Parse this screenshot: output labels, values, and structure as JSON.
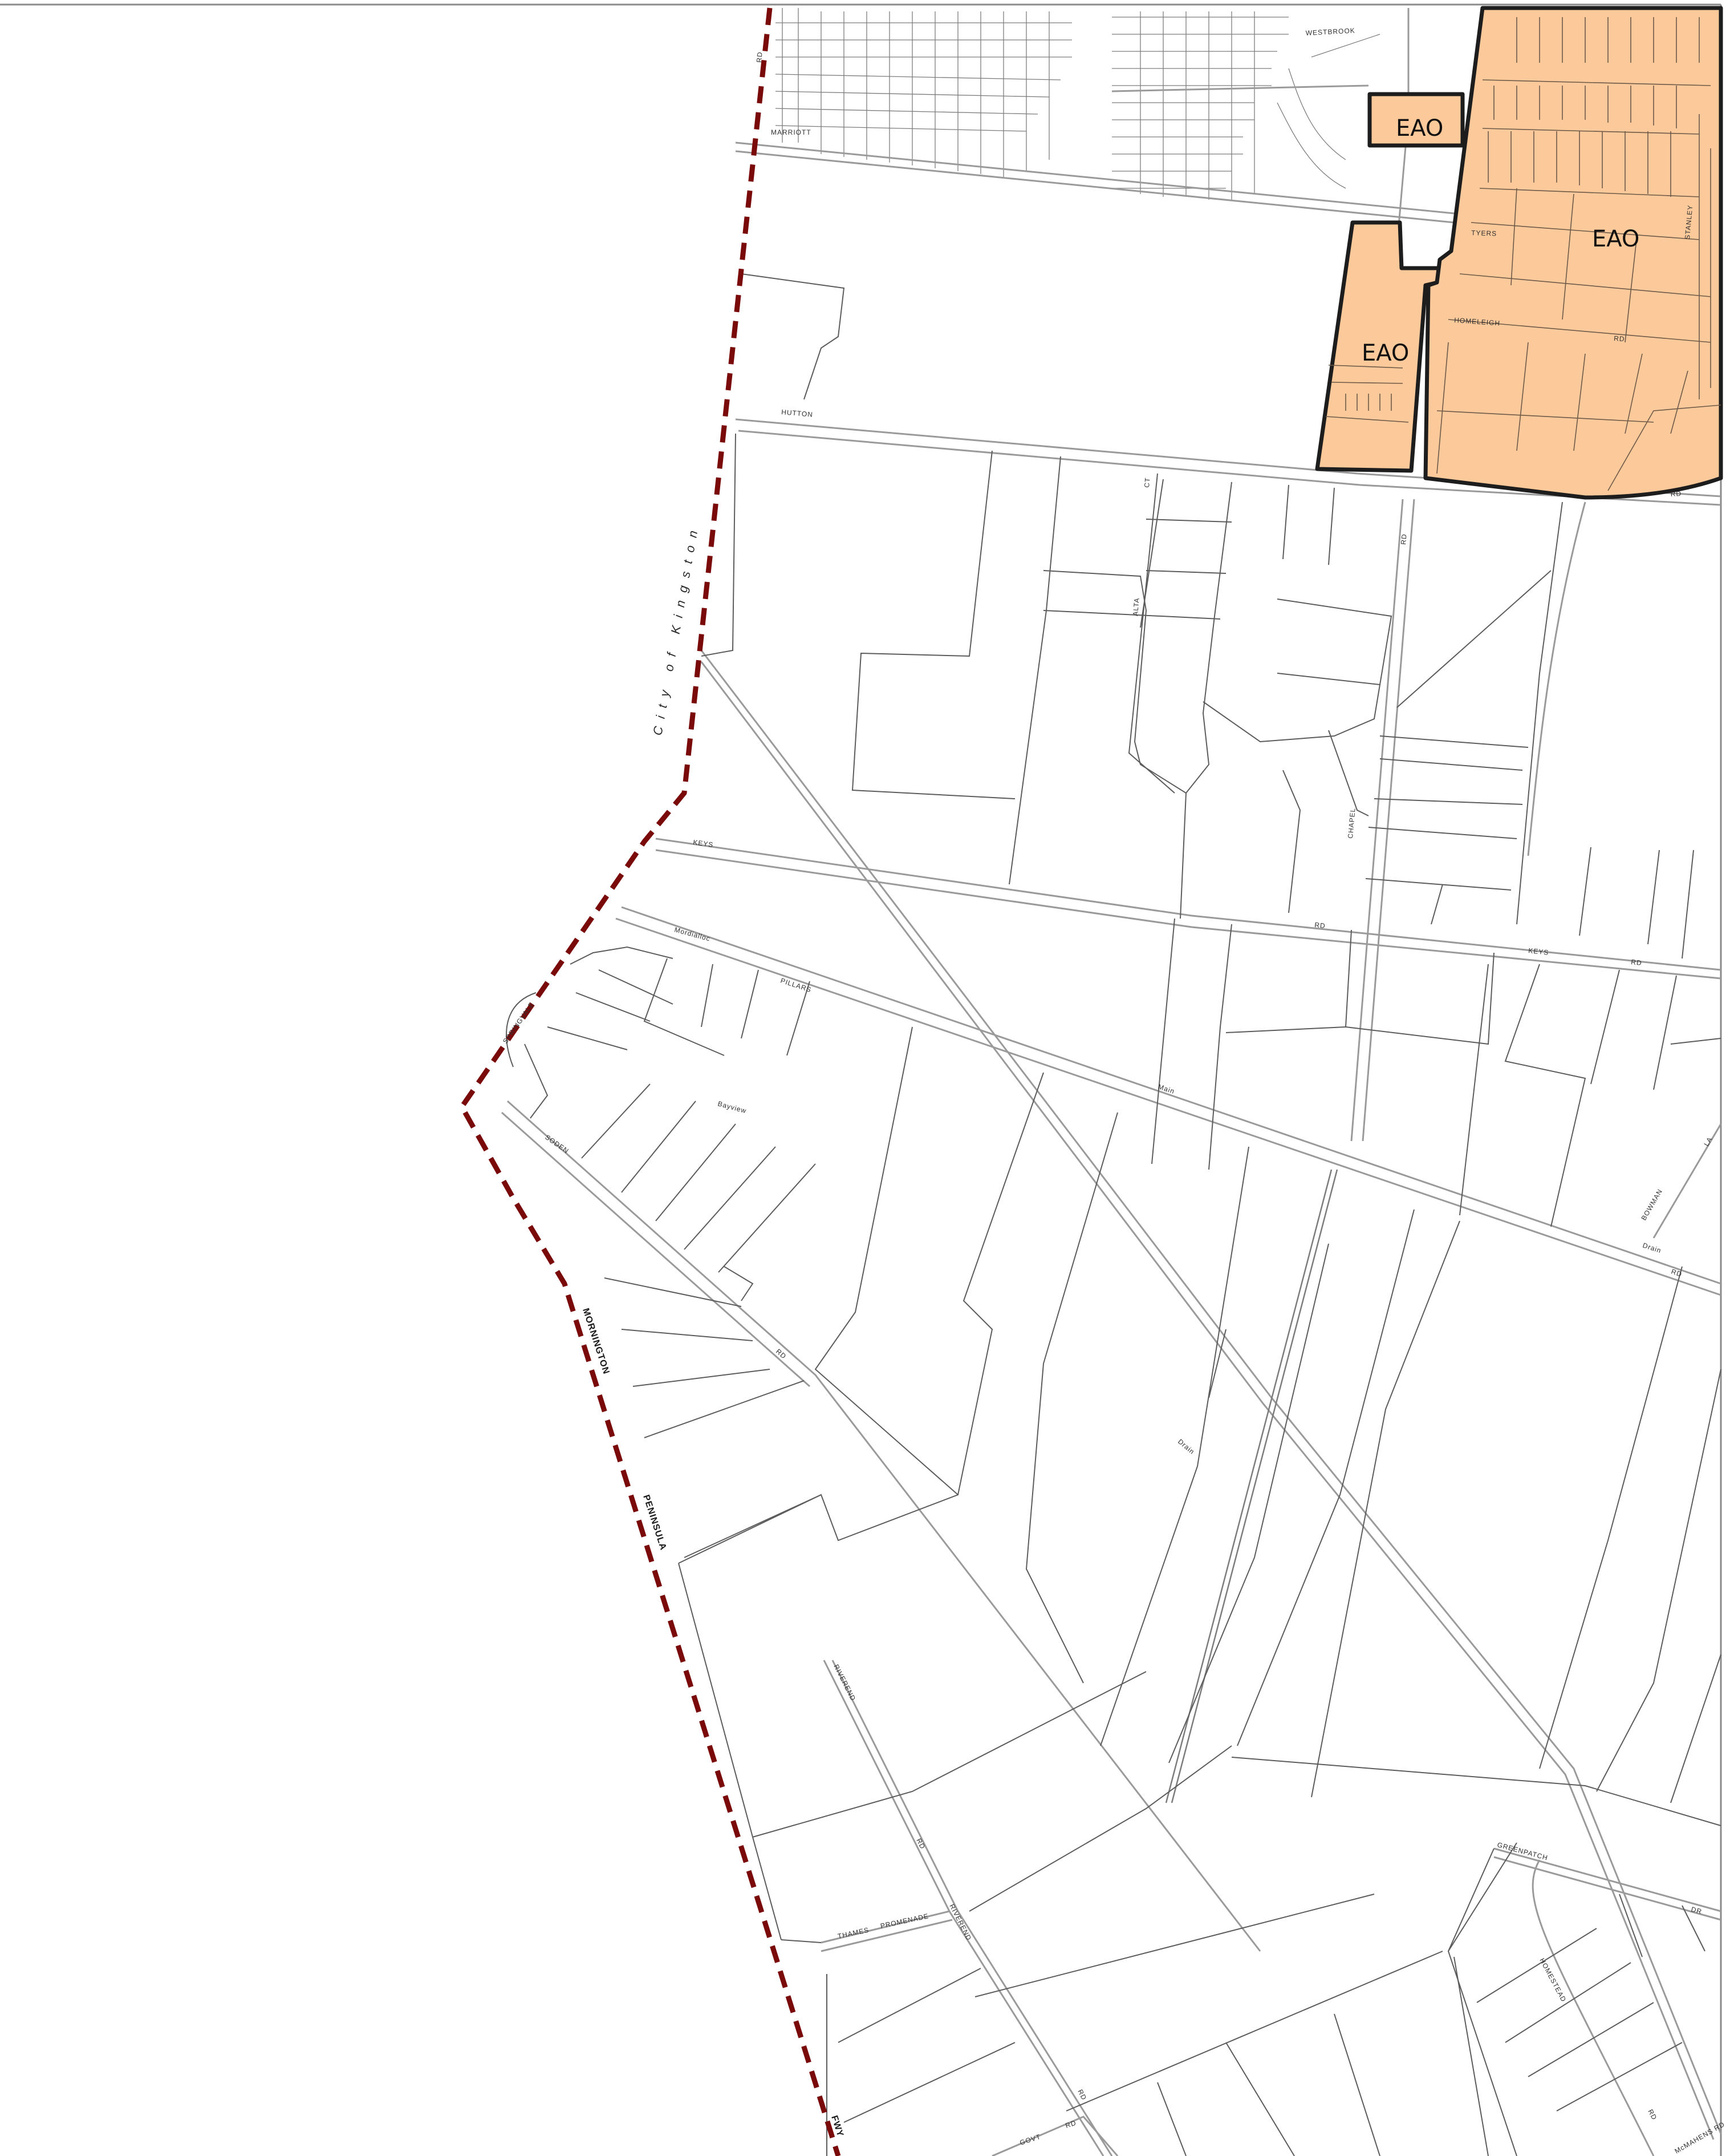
{
  "municipality_label": "City of Kingston",
  "overlay_code": "EAO",
  "overlay_labels": [
    "EAO",
    "EAO",
    "EAO"
  ],
  "colors": {
    "overlay_fill": "#fcc99a",
    "overlay_edge": "#1d1d1d",
    "boundary": "#7a0a0a",
    "lines": "#5c5c5c"
  },
  "road_labels": {
    "hutton": "HUTTON",
    "homeleigh": "HOMELEIGH",
    "rd": "RD",
    "keys": "KEYS",
    "pillars": "PILLARS",
    "mordialloc": "Mordialloc",
    "main": "Main",
    "drain": "Drain",
    "bowman": "BOWMAN",
    "springvale": "SPRINGVALE",
    "mornington": "MORNINGTON",
    "peninsula": "PENINSULA",
    "fwy": "FWY",
    "thames": "THAMES",
    "promenade": "PROMENADE",
    "riverend": "RIVEREND",
    "greenpatch": "GREENPATCH",
    "dr": "DR",
    "homestead": "HOMESTEAD",
    "govt": "GOVT",
    "mcmahens": "McMAHENS RD",
    "ct": "CT",
    "alta": "ALTA",
    "chapel": "CHAPEL",
    "stanley": "STANLEY",
    "tyers": "TYERS",
    "westbrook": "WESTBROOK",
    "marriott": "MARRIOTT",
    "la": "LA",
    "bayview": "Bayview",
    "soden": "SODEN"
  }
}
